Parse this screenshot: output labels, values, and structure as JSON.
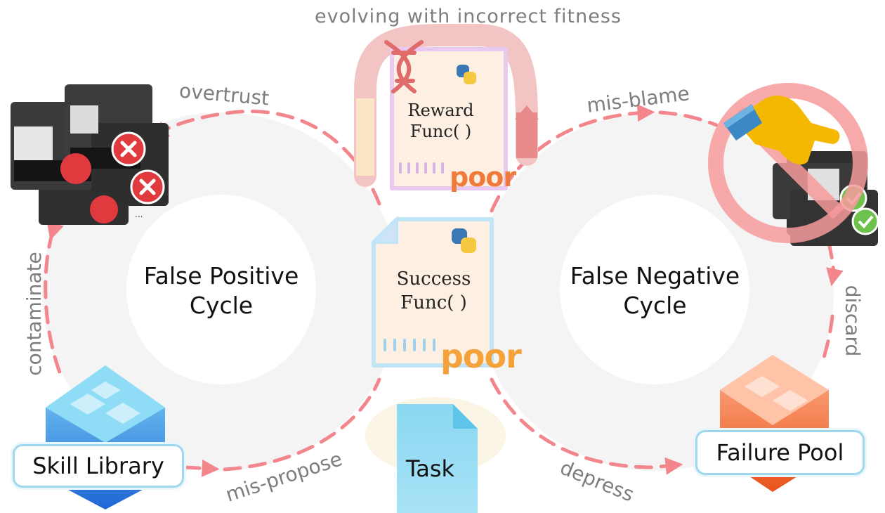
{
  "cycles": {
    "left": {
      "line1": "False Positive",
      "line2": "Cycle"
    },
    "right": {
      "line1": "False Negative",
      "line2": "Cycle"
    }
  },
  "edges": {
    "overtrust": "overtrust",
    "contaminate": "contaminate",
    "mis_propose": "mis-propose",
    "mis_blame": "mis-blame",
    "discard": "discard",
    "depress": "depress",
    "evolving": "evolving with incorrect fitness"
  },
  "boxes": {
    "skill_library": "Skill Library",
    "failure_pool": "Failure Pool"
  },
  "reward_func": {
    "line1": "Reward",
    "line2": "Func( )",
    "rating": "poor"
  },
  "success_func": {
    "line1": "Success",
    "line2": "Func( )",
    "rating": "poor"
  },
  "task": "Task",
  "ellipsis": "...",
  "colors": {
    "arrow": "#f2868c",
    "circle_bg": "#f4f4f4",
    "poor_reward": "#f07a3a",
    "poor_success": "#f6a23a",
    "box_border": "#9fd8ec"
  }
}
